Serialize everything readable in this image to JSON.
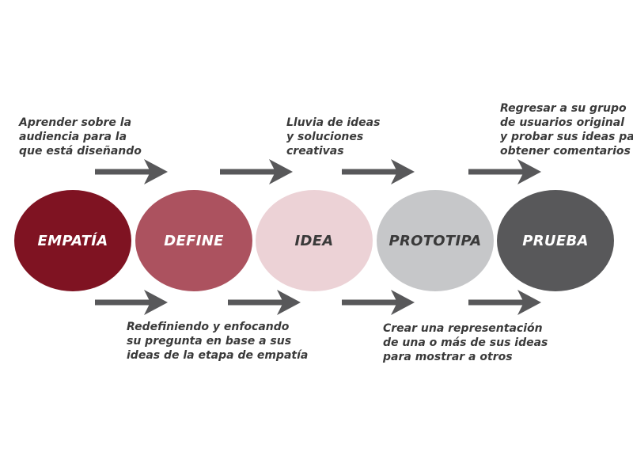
{
  "colors": {
    "empatia": "#7f1322",
    "define": "#ac525f",
    "idea": "#ecd2d6",
    "prototipa": "#c6c7c9",
    "prueba": "#58585a",
    "arrow": "#58585a",
    "text": "#3a3a3a"
  },
  "stages": [
    {
      "label": "EMPATÍA",
      "text_color": "#ffffff"
    },
    {
      "label": "DEFINE",
      "text_color": "#ffffff"
    },
    {
      "label": "IDEA",
      "text_color": "#3a3a3a"
    },
    {
      "label": "PROTOTIPA",
      "text_color": "#3a3a3a"
    },
    {
      "label": "PRUEBA",
      "text_color": "#ffffff"
    }
  ],
  "notes": {
    "empatia": [
      "Aprender sobre la",
      "audiencia para la",
      "que está diseñando"
    ],
    "define": [
      "Redefiniendo y enfocando",
      "su pregunta en base a sus",
      "ideas de la etapa de empatía"
    ],
    "idea": [
      "Lluvia de ideas",
      "y soluciones",
      "creativas"
    ],
    "prototipa": [
      "Crear una representación",
      "de una o más de sus ideas",
      "para mostrar a otros"
    ],
    "prueba": [
      "Regresar a su grupo",
      "de usuarios original",
      "y probar sus ideas para",
      "obtener comentarios"
    ]
  }
}
